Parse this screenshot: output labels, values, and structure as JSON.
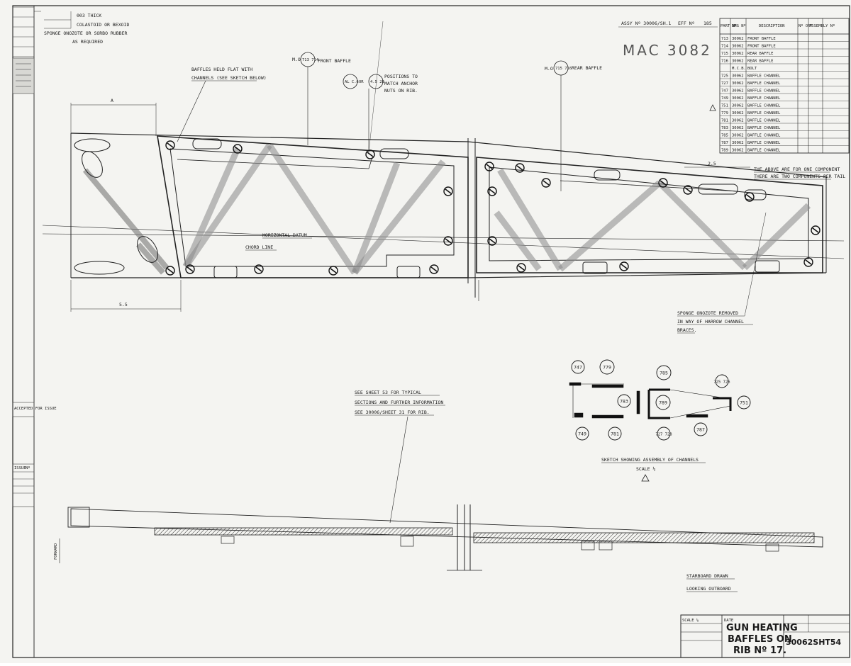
{
  "sheet": {
    "notes_top_left": [
      "003 THICK",
      "COLASTOID OR BEXOID",
      "SPONGE ONOZOTE OR SORBO RUBBER",
      "AS REQUIRED"
    ],
    "assy_label": "ASSY Nº 30006/SH.1",
    "eff_label": "EFF Nº",
    "eff_value": "185",
    "handwritten_number": "MAC 3082",
    "parts_header": [
      "PART Nº",
      "DRG Nº",
      "DESCRIPTION",
      "Nº OFF",
      "ASSEMBLY Nº"
    ],
    "parts": [
      {
        "part": "713",
        "drg": "30062",
        "desc": "FRONT BAFFLE"
      },
      {
        "part": "714",
        "drg": "30062",
        "desc": "FRONT BAFFLE"
      },
      {
        "part": "715",
        "drg": "30062",
        "desc": "REAR BAFFLE"
      },
      {
        "part": "716",
        "drg": "30062",
        "desc": "REAR BAFFLE"
      },
      {
        "part": "",
        "drg": "M.C.B.",
        "desc": "BOLT"
      },
      {
        "part": "725",
        "drg": "30062",
        "desc": "BAFFLE CHANNEL"
      },
      {
        "part": "727",
        "drg": "30062",
        "desc": "BAFFLE CHANNEL"
      },
      {
        "part": "747",
        "drg": "30062",
        "desc": "BAFFLE CHANNEL"
      },
      {
        "part": "749",
        "drg": "30062",
        "desc": "BAFFLE CHANNEL"
      },
      {
        "part": "751",
        "drg": "30062",
        "desc": "BAFFLE CHANNEL"
      },
      {
        "part": "779",
        "drg": "30062",
        "desc": "BAFFLE CHANNEL"
      },
      {
        "part": "781",
        "drg": "30062",
        "desc": "BAFFLE CHANNEL"
      },
      {
        "part": "783",
        "drg": "30062",
        "desc": "BAFFLE CHANNEL"
      },
      {
        "part": "785",
        "drg": "30062",
        "desc": "BAFFLE CHANNEL"
      },
      {
        "part": "787",
        "drg": "30062",
        "desc": "BAFFLE CHANNEL"
      },
      {
        "part": "789",
        "drg": "30062",
        "desc": "BAFFLE CHANNEL"
      }
    ],
    "notes": {
      "baffles_held": "BAFFLES HELD FLAT WITH",
      "channels_see": "CHANNELS (SEE SKETCH BELOW)",
      "front_baffle_left": "M.O",
      "front_baffle_parts": "713 714",
      "front_baffle_right": "FRONT BAFFLE",
      "rear_baffle_left": "M.O",
      "rear_baffle_parts": "715 716",
      "rear_baffle_right": "REAR BAFFLE",
      "anchor_parts_a": "AL C.6",
      "anchor_or": "OR",
      "anchor_parts_b": "4.5 28",
      "anchor_note_1": "POSITIONS TO",
      "anchor_note_2": "MATCH ANCHOR",
      "anchor_note_3": "NUTS ON RIB.",
      "horizontal_datum": "HORIZONTAL DATUM",
      "chord_line": "CHORD LINE",
      "dim_a": "A",
      "dim_b": "5.5",
      "dim_c": "2.5",
      "above_note_1": "THE ABOVE ARE FOR ONE COMPONENT",
      "above_note_2": "THERE ARE TWO COMPONENTS PER TAIL",
      "sponge_1": "SPONGE ONOZOTE REMOVED",
      "sponge_2": "IN WAY OF HARROW CHANNEL",
      "sponge_3": "BRACES.",
      "see_sheet_1": "SEE SHEET 53 FOR TYPICAL",
      "see_sheet_2": "SECTIONS AND FURTHER INFORMATION",
      "see_sheet_3": "SEE 30006/SHEET 31 FOR RIB.",
      "sketch_title": "SKETCH SHOWING ASSEMBLY OF CHANNELS",
      "scale_note": "SCALE ½",
      "starboard_1": "STARBOARD DRAWN",
      "starboard_2": "LOOKING OUTBOARD",
      "forward": "FORWARD",
      "accepted": "ACCEPTED FOR ISSUE",
      "issue_label": "ISSUE",
      "issue_no": "Nº"
    },
    "sketch_callouts": [
      "747",
      "779",
      "785",
      "725 726",
      "783",
      "789",
      "751",
      "749",
      "781",
      "727 728",
      "787"
    ],
    "title_block": {
      "line1": "GUN HEATING",
      "line2": "BAFFLES ON",
      "line3": "RIB Nº 17.",
      "drawing_no": "30062SHT54",
      "scale_label": "SCALE ½",
      "date_label": "DATE"
    },
    "colors": {
      "paper": "#f4f4f1",
      "ink": "#1a1a1a"
    }
  }
}
